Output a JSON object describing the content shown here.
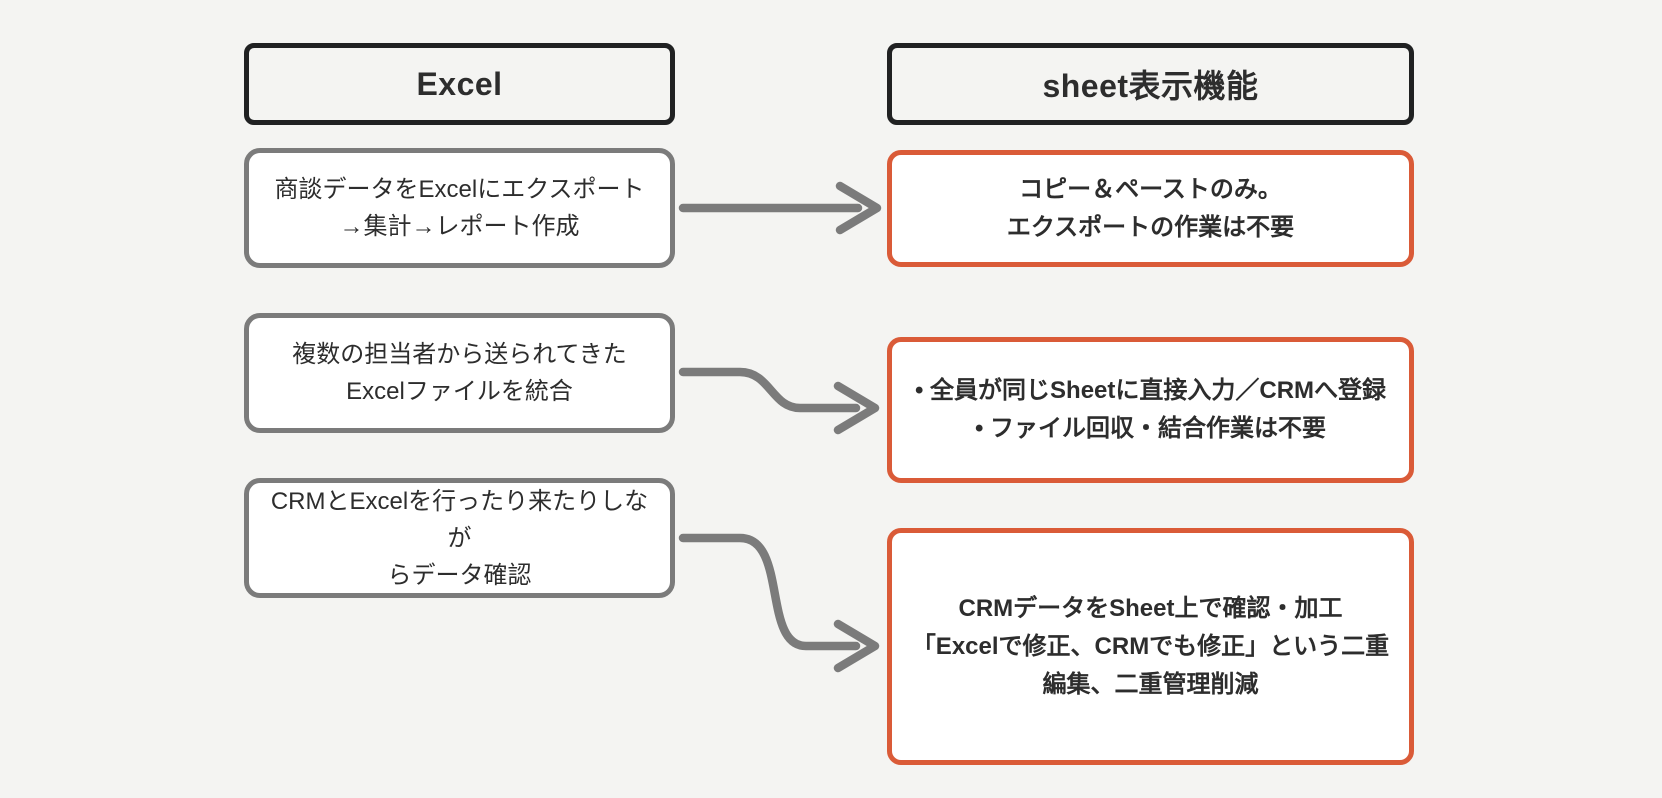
{
  "diagram": {
    "title_note": "Excel vs sheet display feature comparison flow",
    "left_column": {
      "header": "Excel",
      "items": [
        {
          "text": "商談データをExcelにエクスポート\n→集計→レポート作成"
        },
        {
          "text": "複数の担当者から送られてきた\nExcelファイルを統合"
        },
        {
          "text": "CRMとExcelを行ったり来たりしなが\nらデータ確認"
        }
      ]
    },
    "right_column": {
      "header": "sheet表示機能",
      "items": [
        {
          "text": "コピー＆ペーストのみ。\nエクスポートの作業は不要"
        },
        {
          "text": "•  全員が同じSheetに直接入力／CRMへ登録\n•  ファイル回収・結合作業は不要"
        },
        {
          "text": "CRMデータをSheet上で確認・加工\n「Excelで修正、CRMでも修正」という二重\n編集、二重管理削減"
        }
      ]
    },
    "colors": {
      "background": "#F4F4F2",
      "accent_orange": "#DA5B38",
      "arrow_gray": "#7B7B7B",
      "header_border": "#202122",
      "box_fill": "#FFFFFF",
      "text": "#2D2D2D"
    }
  }
}
